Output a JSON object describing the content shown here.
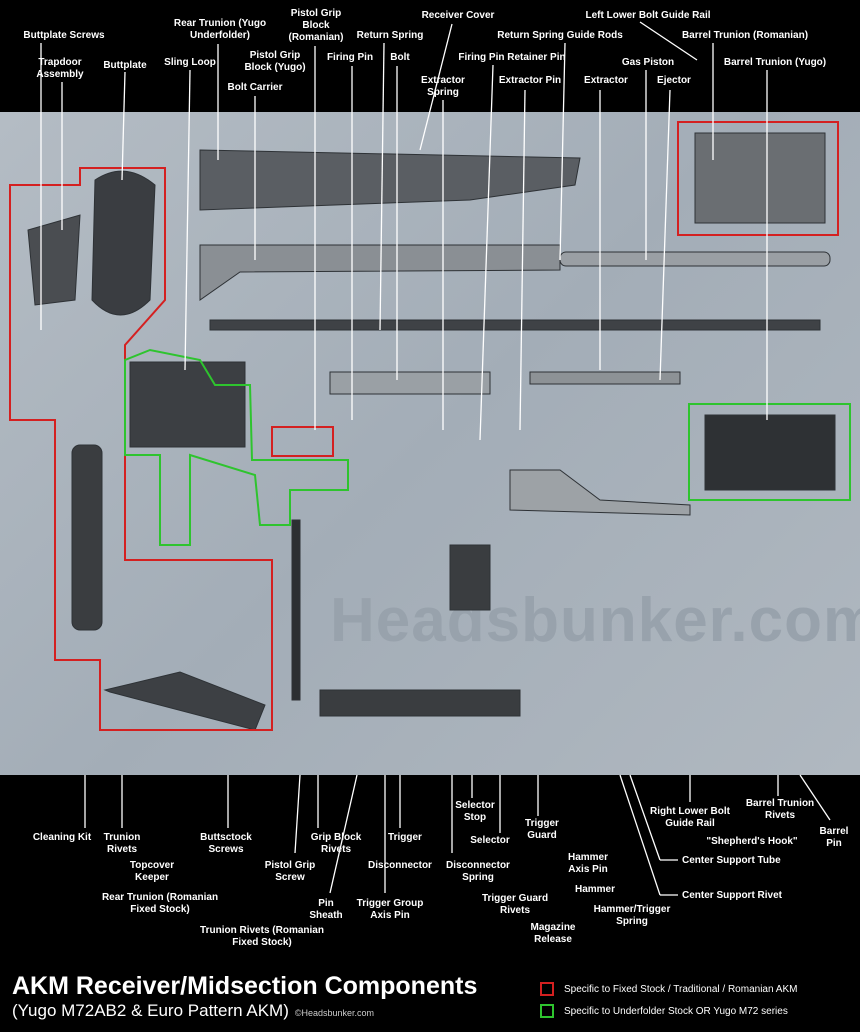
{
  "watermark": "Headsbunker.com",
  "top_labels": [
    "Buttplate Screws",
    "Trapdoor Assembly",
    "Buttplate",
    "Sling Loop",
    "Rear Trunion (Yugo Underfolder)",
    "Pistol Grip Block (Yugo)",
    "Bolt Carrier",
    "Pistol Grip Block (Romanian)",
    "Return Spring",
    "Firing Pin",
    "Bolt",
    "Receiver Cover",
    "Extractor Spring",
    "Firing Pin Retainer Pin",
    "Extractor Pin",
    "Return Spring Guide Rods",
    "Extractor",
    "Left Lower Bolt Guide Rail",
    "Gas Piston",
    "Ejector",
    "Barrel Trunion (Romanian)",
    "Barrel Trunion (Yugo)"
  ],
  "bottom_labels": [
    "Cleaning Kit",
    "Trunion Rivets",
    "Topcover Keeper",
    "Rear Trunion (Romanian Fixed Stock)",
    "Buttsctock Screws",
    "Trunion Rivets (Romanian Fixed Stock)",
    "Pistol Grip Screw",
    "Grip Block Rivets",
    "Pin Sheath",
    "Trigger Group Axis Pin",
    "Trigger",
    "Disconnector",
    "Disconnector Spring",
    "Selector Stop",
    "Selector",
    "Trigger Guard",
    "Trigger Guard Rivets",
    "Magazine Release",
    "Hammer Axis Pin",
    "Hammer",
    "Hammer/Trigger Spring",
    "Right Lower Bolt Guide Rail",
    "Barrel Trunion Rivets",
    "\"Shepherd's Hook\"",
    "Barrel Pin",
    "Center Support Tube",
    "Center Support Rivet"
  ],
  "title": "AKM Receiver/Midsection Components",
  "subtitle": "(Yugo M72AB2 & Euro Pattern AKM)",
  "copyright": "©Headsbunker.com",
  "legend": [
    {
      "label": "Specific to Fixed Stock / Traditional / Romanian AKM",
      "color": "#d42020"
    },
    {
      "label": "Specific to Underfolder Stock OR Yugo M72 series",
      "color": "#2ec42e"
    }
  ]
}
